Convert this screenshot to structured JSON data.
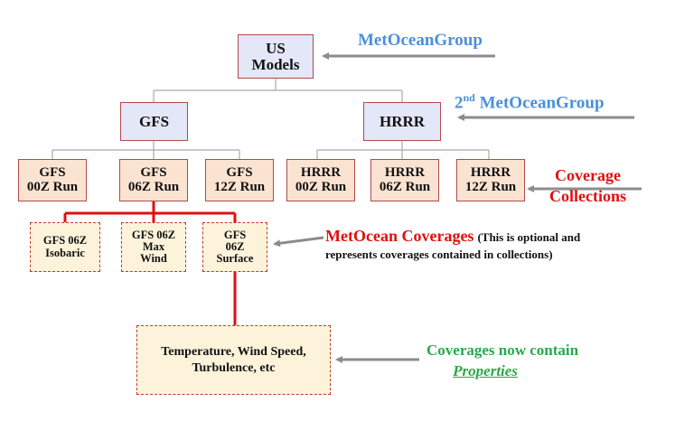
{
  "root": {
    "line1": "US",
    "line2": "Models"
  },
  "models": [
    {
      "label": "GFS"
    },
    {
      "label": "HRRR"
    }
  ],
  "runs": [
    {
      "line1": "GFS",
      "line2": "00Z Run"
    },
    {
      "line1": "GFS",
      "line2": "06Z Run"
    },
    {
      "line1": "GFS",
      "line2": "12Z Run"
    },
    {
      "line1": "HRRR",
      "line2": "00Z Run"
    },
    {
      "line1": "HRRR",
      "line2": "06Z Run"
    },
    {
      "line1": "HRRR",
      "line2": "12Z Run"
    }
  ],
  "coverages": [
    {
      "line1": "GFS 06Z",
      "line2": "Isobaric",
      "line3": ""
    },
    {
      "line1": "GFS 06Z",
      "line2": "Max",
      "line3": "Wind"
    },
    {
      "line1": "GFS",
      "line2": "06Z",
      "line3": "Surface"
    }
  ],
  "properties_box": {
    "line1": "Temperature, Wind Speed,",
    "line2": "Turbulence, etc"
  },
  "annotations": {
    "metocean_group": "MetOceanGroup",
    "second_group_num": "2",
    "second_group_sup": "nd",
    "second_group_text": "MetOceanGroup",
    "coverage_collections_1": "Coverage",
    "coverage_collections_2": "Collections",
    "metocean_coverages": "MetOcean Coverages",
    "metocean_coverages_note1": "(This is optional and",
    "metocean_coverages_note2": "represents coverages contained in collections)",
    "coverages_contain": "Coverages now contain",
    "properties": "Properties"
  },
  "colors": {
    "blue_annotation": "#4a90d9",
    "red_annotation": "#e01010",
    "green_annotation": "#2aa84a",
    "arrow": "#8c8c8c",
    "tree_line": "#aaaaaa",
    "coverage_line": "#e01010"
  }
}
